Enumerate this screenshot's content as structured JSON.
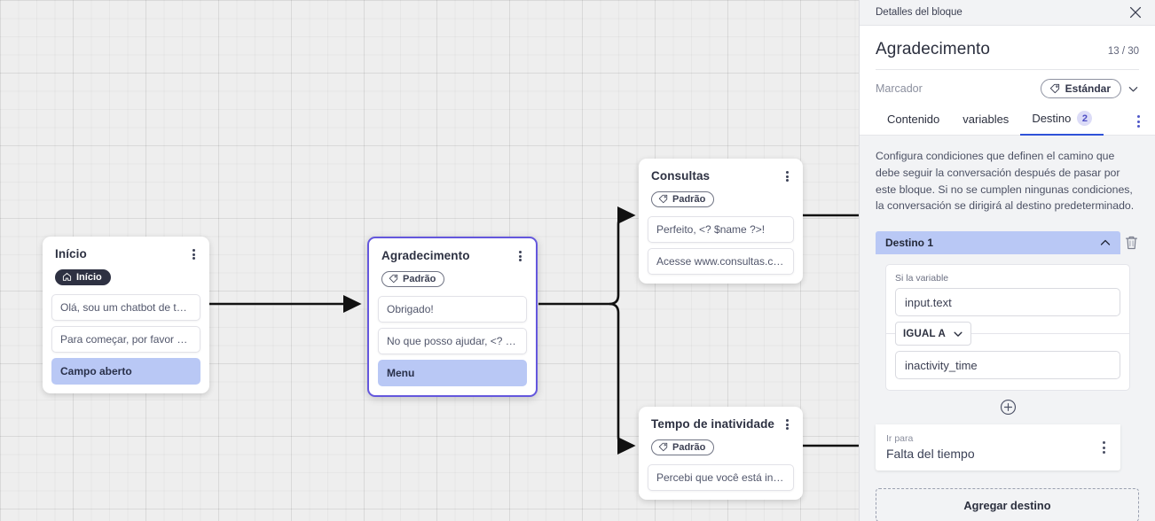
{
  "canvas": {
    "nodes": [
      {
        "id": "inicio",
        "title": "Início",
        "tag": "Início",
        "tag_style": "start",
        "items": [
          {
            "text": "Olá, sou um chatbot de teste!",
            "highlight": false
          },
          {
            "text": "Para começar, por favor digite o ...",
            "highlight": false
          },
          {
            "text": "Campo aberto",
            "highlight": true
          }
        ]
      },
      {
        "id": "agradecimento",
        "title": "Agradecimento",
        "tag": "Padrão",
        "tag_style": "default",
        "items": [
          {
            "text": "Obrigado!",
            "highlight": false
          },
          {
            "text": "No que posso ajudar, <? $name ...",
            "highlight": false
          },
          {
            "text": "Menu",
            "highlight": true
          }
        ]
      },
      {
        "id": "consultas",
        "title": "Consultas",
        "tag": "Padrão",
        "tag_style": "default",
        "items": [
          {
            "text": "Perfeito, <? $name ?>!",
            "highlight": false
          },
          {
            "text": "Acesse www.consultas.com par...",
            "highlight": false
          }
        ]
      },
      {
        "id": "inatividade",
        "title": "Tempo de inatividade",
        "tag": "Padrão",
        "tag_style": "default",
        "items": [
          {
            "text": "Percebi que você está inativo. C...",
            "highlight": false
          }
        ]
      }
    ]
  },
  "panel": {
    "titlebar_label": "Detalles del bloque",
    "close_icon": "close-icon",
    "title": "Agradecimento",
    "counter": "13 / 30",
    "marker_label": "Marcador",
    "marker_value": "Estándar",
    "marker_icon": "tag-icon",
    "tabs": [
      {
        "label": "Contenido",
        "badge": "",
        "active": false
      },
      {
        "label": "variables",
        "badge": "",
        "active": false
      },
      {
        "label": "Destino",
        "badge": "2",
        "active": true
      }
    ],
    "kebab_icon": "more-vertical-icon",
    "description": "Configura condiciones que definen el camino que debe seguir la conversación después de pasar por este bloque. Si no se cumplen ningunas condiciones, la conversación se dirigirá al destino predeterminado.",
    "destination": {
      "header": "Destino 1",
      "collapse_icon": "chevron-up-icon",
      "delete_icon": "trash-icon",
      "condition_label": "Si la variable",
      "variable_value": "input.text",
      "operator": "IGUAL A",
      "operator_icon": "chevron-down-icon",
      "compare_value": "inactivity_time",
      "add_condition_icon": "plus-circle-icon",
      "goto_label": "Ir para",
      "goto_value": "Falta del tiempo",
      "goto_menu_icon": "more-vertical-icon"
    },
    "add_destination_label": "Agregar destino"
  },
  "colors": {
    "accent": "#2f52d8",
    "highlight": "#b9c8f5",
    "selected_node_border": "#6457dd",
    "canvas_bg": "#eeeeee",
    "panel_bg": "#f2f3f5"
  }
}
